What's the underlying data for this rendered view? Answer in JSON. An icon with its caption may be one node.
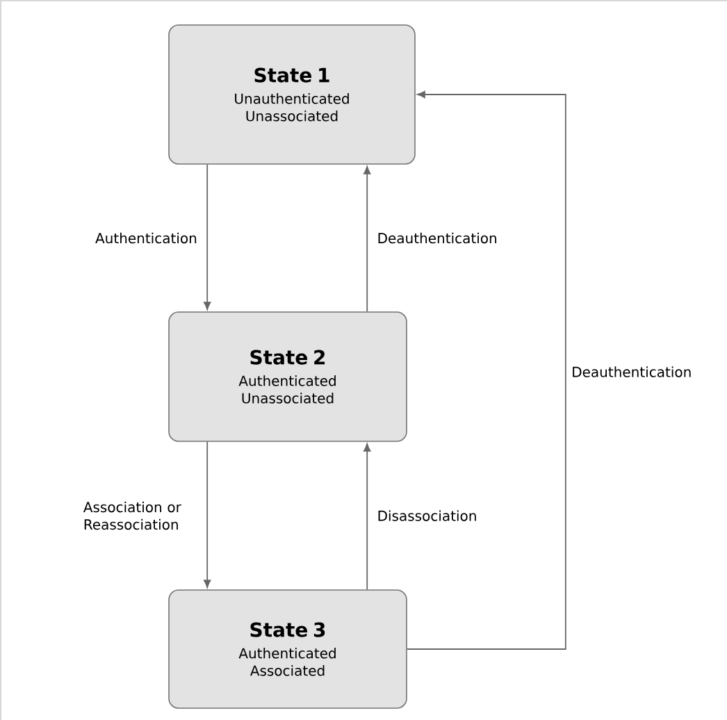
{
  "diagram": {
    "nodes": [
      {
        "text": [
          "State 1",
          "Unauthenticated Unassociated"
        ]
      },
      {
        "text": [
          "State 2",
          "Authenticated Unassociated"
        ]
      },
      {
        "text": [
          "State 3",
          "Authenticated Associated"
        ]
      }
    ],
    "edges": [
      {
        "from": 0,
        "to": 1,
        "arrow": "to",
        "label": "Authentication"
      },
      {
        "from": 1,
        "to": 0,
        "arrow": "to",
        "label": "Deauthentication"
      },
      {
        "from": 1,
        "to": 2,
        "arrow": "to",
        "label": "Association or Reassociation"
      },
      {
        "from": 2,
        "to": 1,
        "arrow": "to",
        "label": "Disassociation"
      },
      {
        "from": 2,
        "to": 0,
        "arrow": "to",
        "label": "Deauthentication"
      }
    ]
  }
}
